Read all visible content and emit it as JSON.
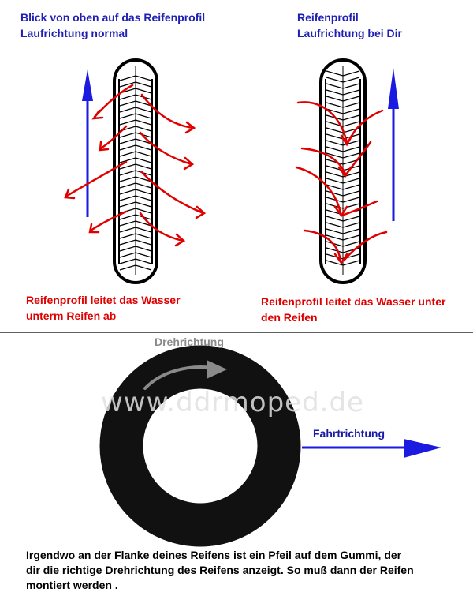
{
  "left_panel": {
    "title_line1": "Blick von oben auf das Reifenprofil",
    "title_line2": "Laufrichtung normal",
    "caption_line1": "Reifenprofil leitet das Wasser",
    "caption_line2": "unterm Reifen ab"
  },
  "right_panel": {
    "title_line1": "Reifenprofil",
    "title_line2": "Laufrichtung bei Dir",
    "caption_line1": "Reifenprofil leitet das Wasser unter",
    "caption_line2": "den Reifen"
  },
  "bottom_panel": {
    "rotation_label": "Drehrichtung",
    "travel_label": "Fahrtrichtung",
    "watermark": "www.ddrmoped.de",
    "description_line1": "Irgendwo an der Flanke deines Reifens ist ein Pfeil auf dem Gummi, der",
    "description_line2": "dir die richtige  Drehrichtung des Reifens anzeigt. So muß dann der Reifen",
    "description_line3": "montiert werden ."
  },
  "colors": {
    "title_blue": "#1f1fb4",
    "arrow_blue": "#1a1ae0",
    "water_red": "#e00000",
    "tire_black": "#111111",
    "rotation_gray": "#8a8a8a"
  }
}
